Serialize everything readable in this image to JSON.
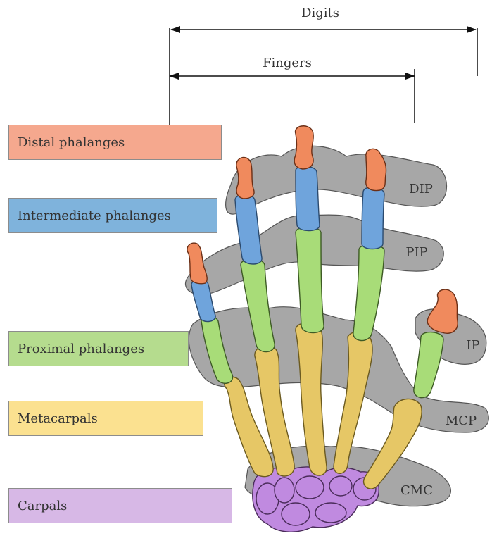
{
  "dimensions": {
    "digits_label": "Digits",
    "fingers_label": "Fingers"
  },
  "legend": [
    {
      "key": "distal",
      "label": "Distal phalanges",
      "color": "#f5a88e"
    },
    {
      "key": "intermediate",
      "label": "Intermediate phalanges",
      "color": "#7fb3dc"
    },
    {
      "key": "proximal",
      "label": "Proximal phalanges",
      "color": "#b5dc8e"
    },
    {
      "key": "metacarpals",
      "label": "Metacarpals",
      "color": "#fbe190"
    },
    {
      "key": "carpals",
      "label": "Carpals",
      "color": "#d7b8e6"
    }
  ],
  "joints": {
    "dip": "DIP",
    "pip": "PIP",
    "ip": "IP",
    "mcp": "MCP",
    "cmc": "CMC"
  },
  "bone_colors": {
    "distal": "#f08a5d",
    "intermediate": "#6fa4dc",
    "proximal": "#a8dc78",
    "metacarpal": "#e6c766",
    "carpal": "#c08ae0",
    "joint_band": "#a7a7a7"
  }
}
